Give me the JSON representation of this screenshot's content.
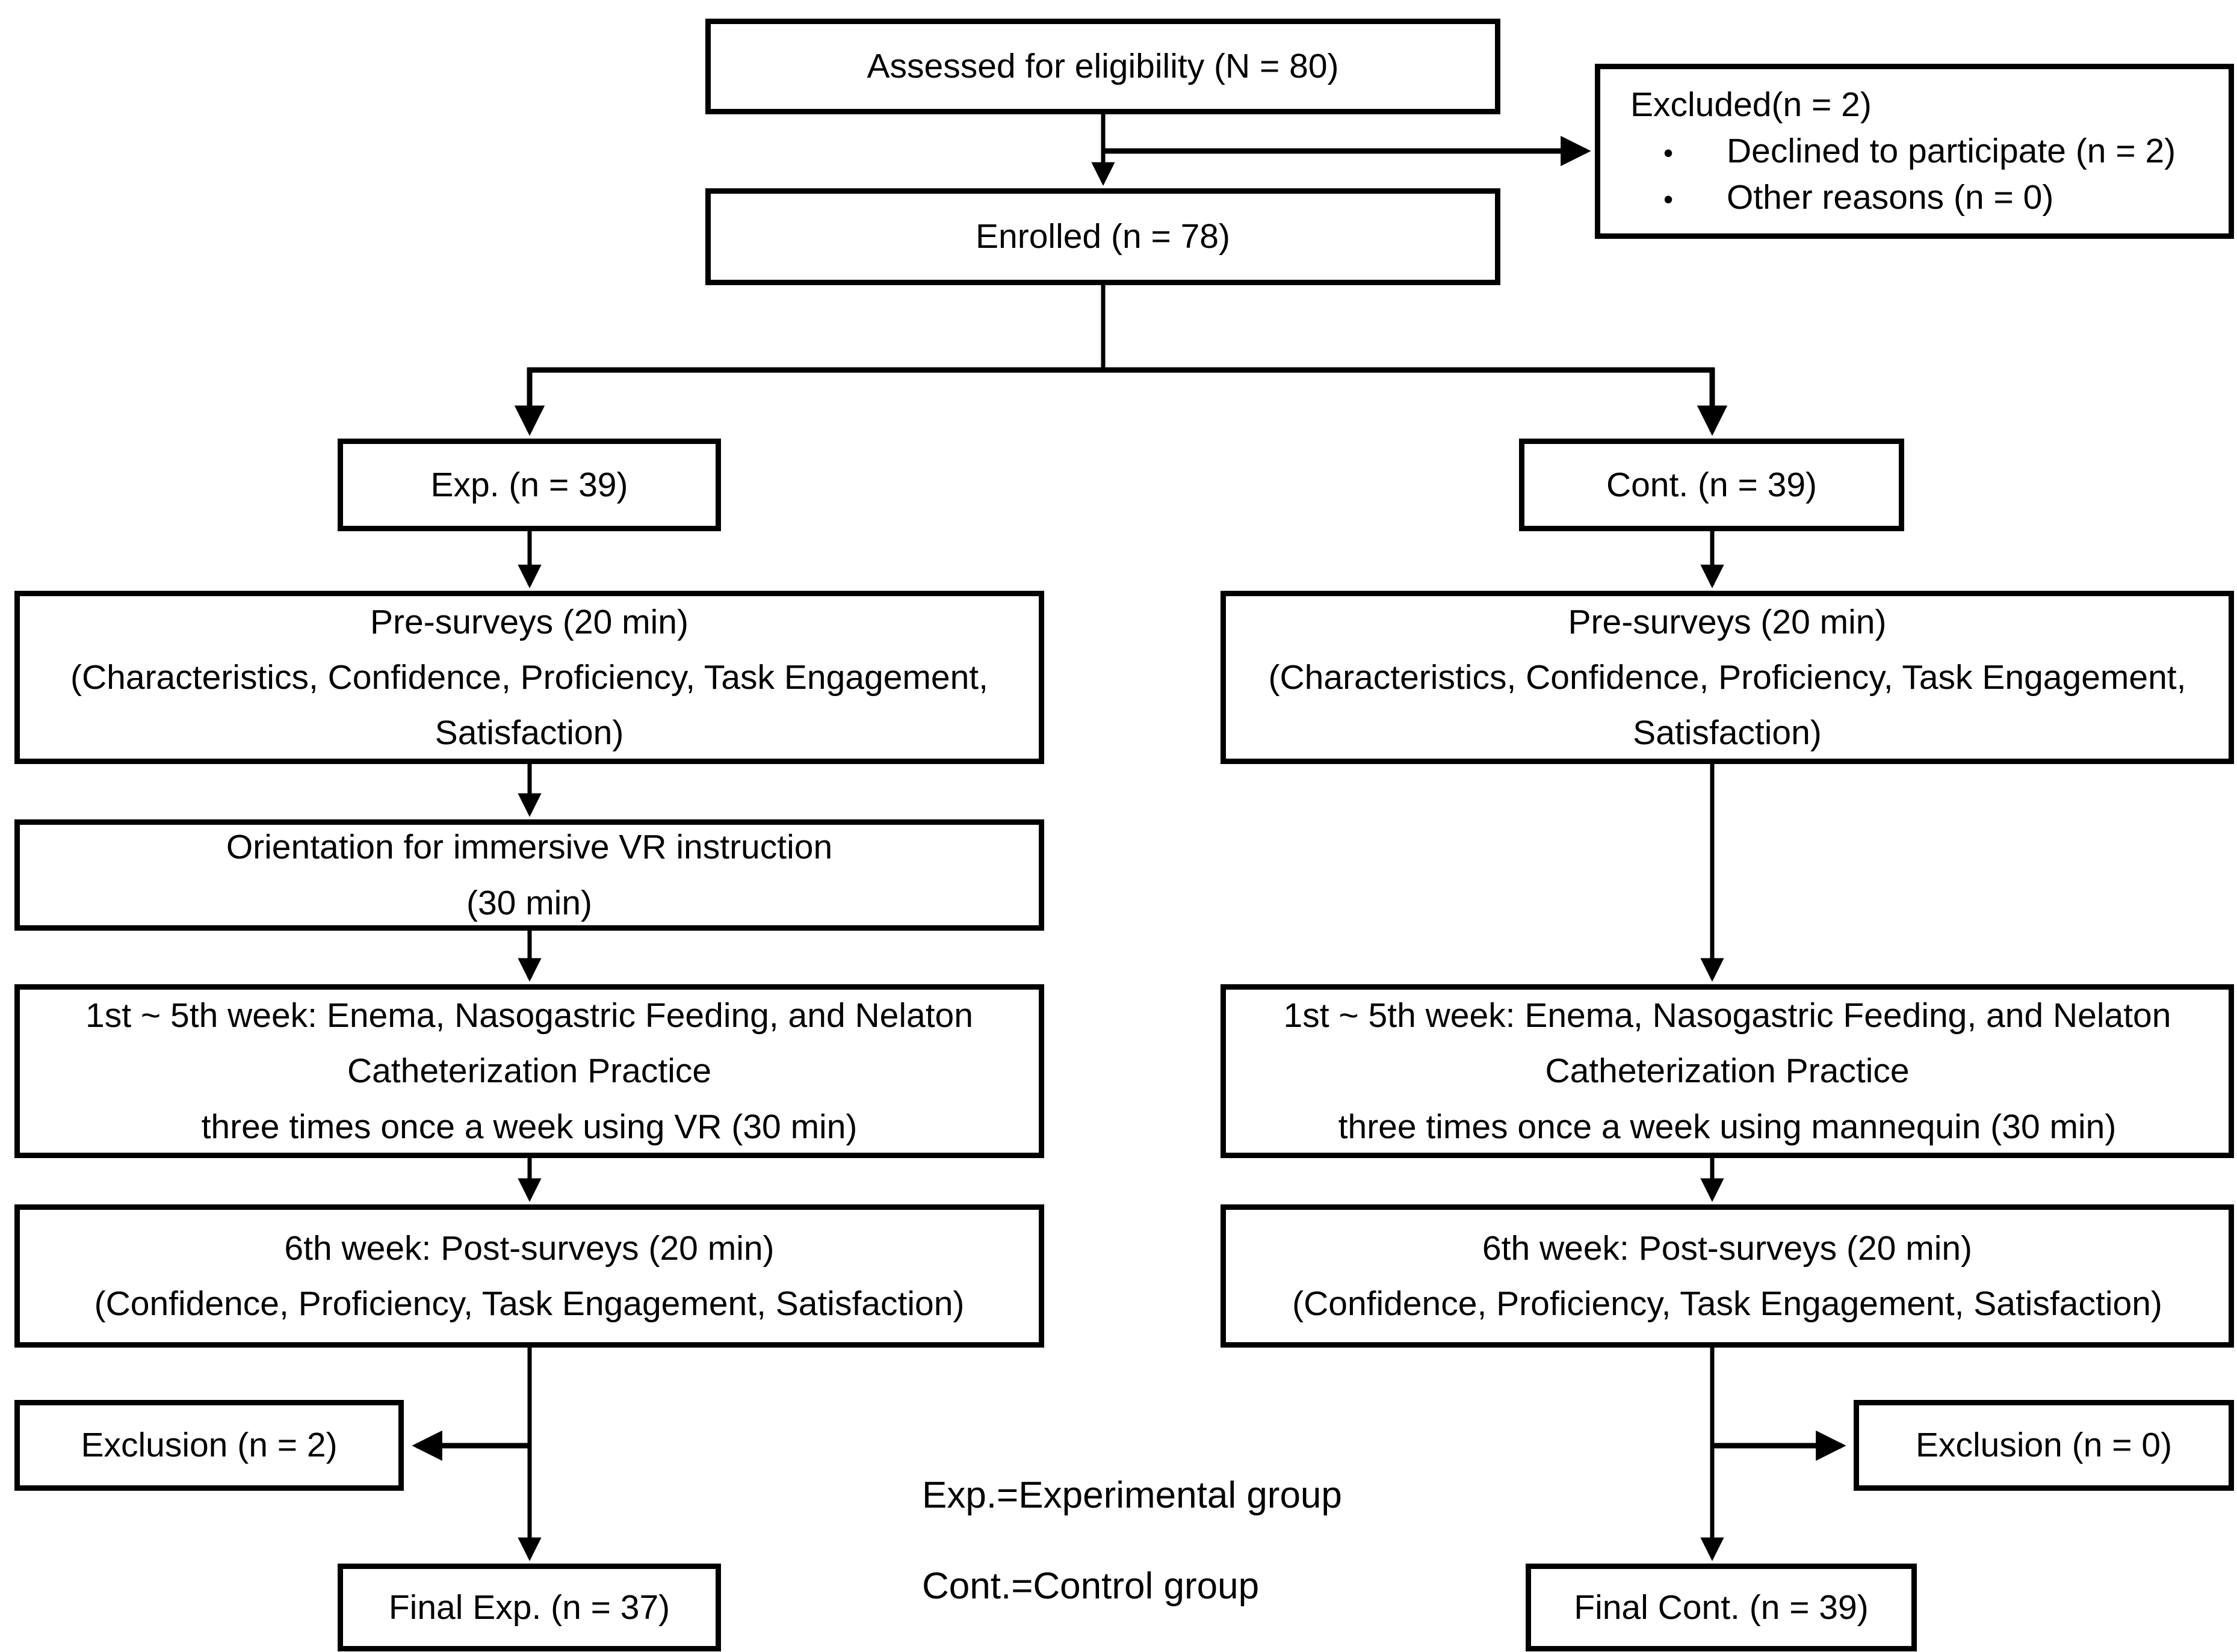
{
  "diagram": {
    "type": "participant-flow-chart",
    "colors": {
      "background": "#ffffff",
      "box_border": "#000000",
      "text": "#000000",
      "connector": "#000000"
    }
  },
  "nodes": {
    "assessed": {
      "label": "Assessed for eligibility (N = 80)"
    },
    "excluded": {
      "title": "Excluded(n = 2)",
      "bullet_glyph": "•",
      "items": [
        "Declined to participate (n = 2)",
        "Other reasons (n = 0)"
      ]
    },
    "enrolled": {
      "label": "Enrolled (n = 78)"
    },
    "exp": {
      "label": "Exp. (n = 39)"
    },
    "cont": {
      "label": "Cont. (n = 39)"
    },
    "pre_left": {
      "label": "Pre-surveys (20 min)\n(Characteristics, Confidence, Proficiency, Task Engagement,\nSatisfaction)"
    },
    "pre_right": {
      "label": "Pre-surveys (20 min)\n(Characteristics, Confidence, Proficiency, Task Engagement,\nSatisfaction)"
    },
    "orientation": {
      "label": "Orientation for immersive VR instruction\n(30 min)"
    },
    "week_left": {
      "label": "1st ~ 5th week: Enema, Nasogastric Feeding, and Nelaton\nCatheterization Practice\nthree times once a week using VR (30 min)"
    },
    "week_right": {
      "label": "1st ~ 5th week: Enema, Nasogastric Feeding, and Nelaton\nCatheterization Practice\nthree times once a week using mannequin (30 min)"
    },
    "post_left": {
      "label": "6th week: Post-surveys (20 min)\n(Confidence, Proficiency, Task Engagement, Satisfaction)"
    },
    "post_right": {
      "label": "6th week: Post-surveys (20 min)\n(Confidence, Proficiency, Task Engagement, Satisfaction)"
    },
    "exclusion_left": {
      "label": "Exclusion (n = 2)"
    },
    "exclusion_right": {
      "label": "Exclusion (n = 0)"
    },
    "final_left": {
      "label": "Final Exp. (n = 37)"
    },
    "final_right": {
      "label": "Final Cont. (n = 39)"
    }
  },
  "legend": {
    "lines": [
      "Exp.=Experimental group",
      "Cont.=Control group"
    ]
  }
}
